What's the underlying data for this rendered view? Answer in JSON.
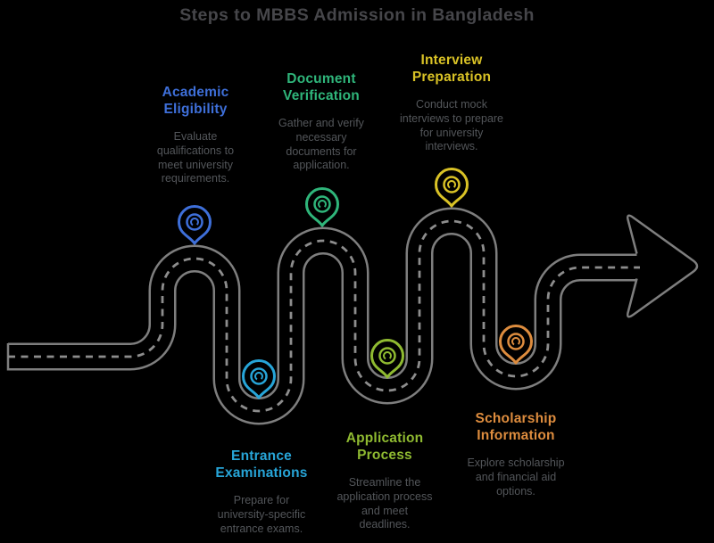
{
  "title": "Steps to MBBS Admission in Bangladesh",
  "colors": {
    "background": "#000000",
    "road": "#7e7e7e",
    "road_dash": "#8d8d8d",
    "heading_text": "#46464a",
    "body_text": "#53565a"
  },
  "icons": {
    "road_end": "arrow-right-icon",
    "milestone": "map-pin-icon"
  },
  "steps": [
    {
      "label": "Academic Eligibility",
      "description": "Evaluate qualifications to meet university requirements.",
      "color": "#3e6fd9",
      "icon": "map-pin-icon",
      "position": "top"
    },
    {
      "label": "Entrance Examinations",
      "description": "Prepare for university-specific entrance exams.",
      "color": "#27a5d8",
      "icon": "map-pin-icon",
      "position": "bottom"
    },
    {
      "label": "Document Verification",
      "description": "Gather and verify necessary documents for application.",
      "color": "#2fb57a",
      "icon": "map-pin-icon",
      "position": "top"
    },
    {
      "label": "Application Process",
      "description": "Streamline the application process and meet deadlines.",
      "color": "#8fba31",
      "icon": "map-pin-icon",
      "position": "bottom"
    },
    {
      "label": "Interview Preparation",
      "description": "Conduct mock interviews to prepare for university interviews.",
      "color": "#d9c226",
      "icon": "map-pin-icon",
      "position": "top"
    },
    {
      "label": "Scholarship Information",
      "description": "Explore scholarship and financial aid options.",
      "color": "#dd8c3e",
      "icon": "map-pin-icon",
      "position": "bottom"
    }
  ]
}
